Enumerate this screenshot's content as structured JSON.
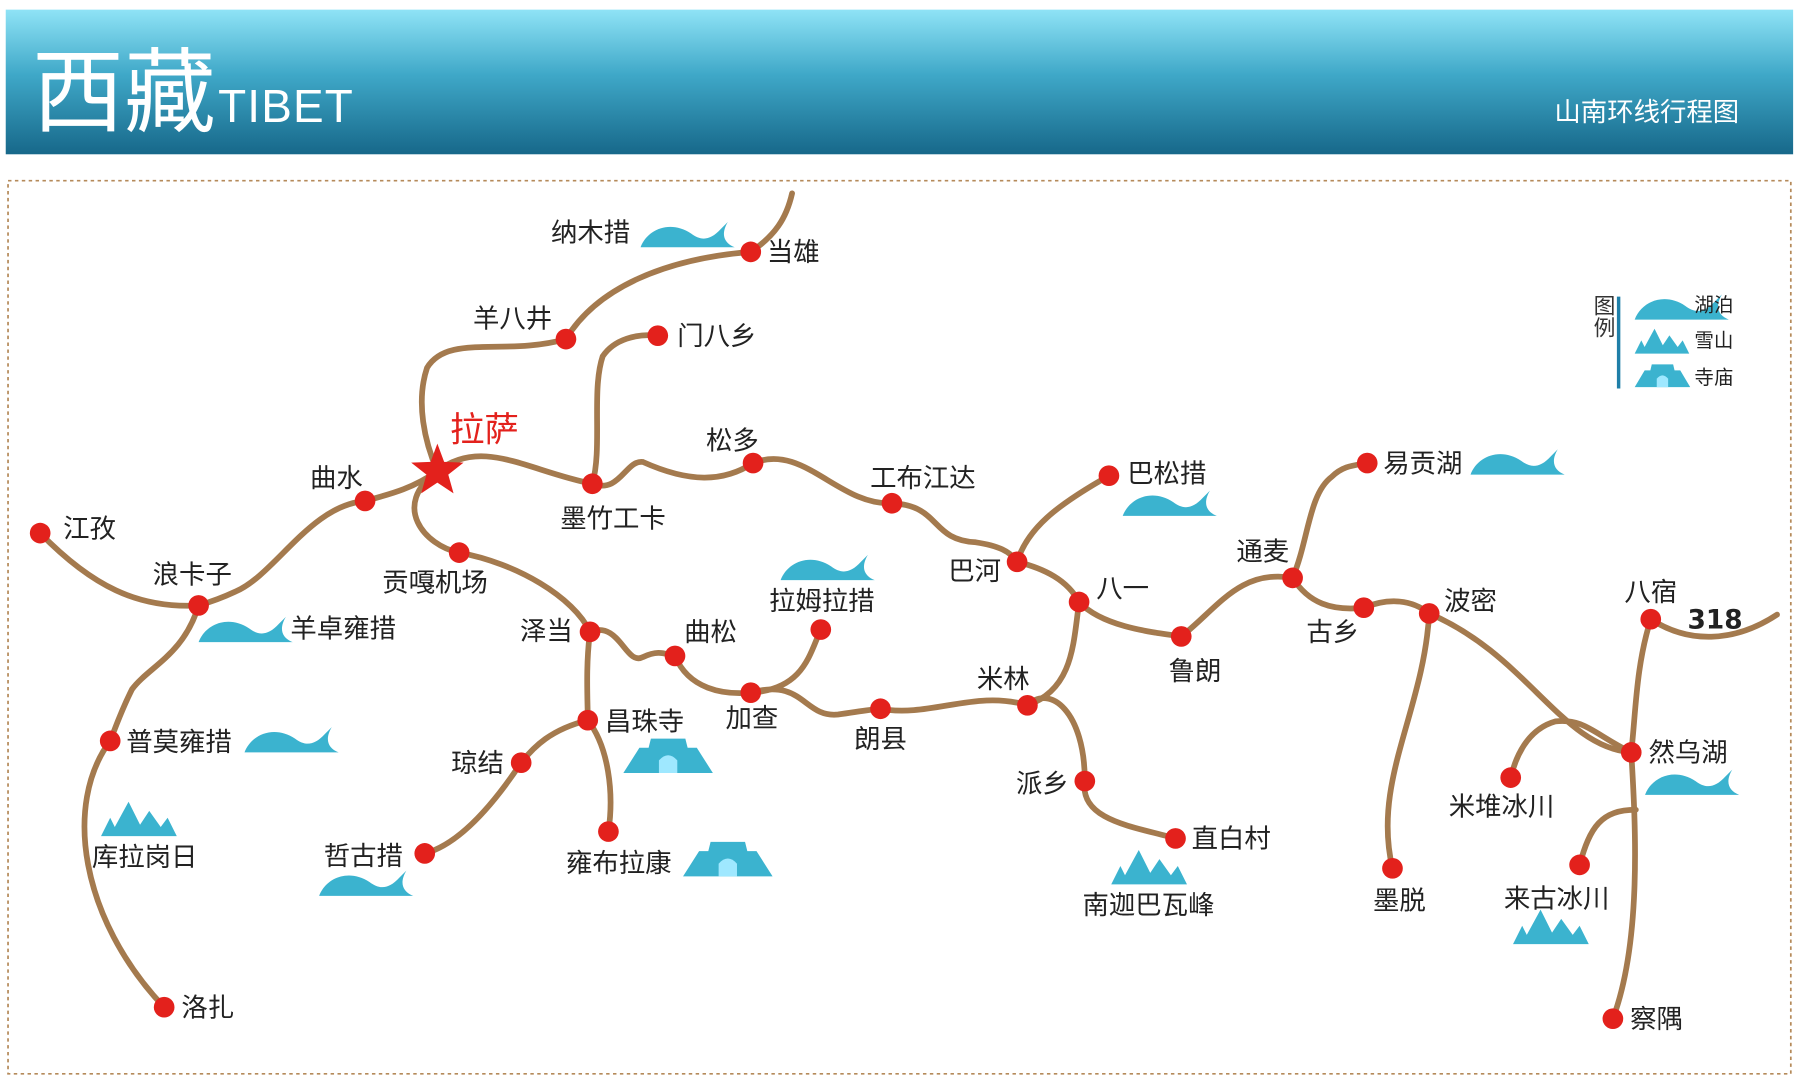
{
  "header": {
    "title_cn": "西藏",
    "title_en": "TIBET",
    "subtitle": "山南环线行程图"
  },
  "colors": {
    "route": "#a47a4e",
    "node": "#e3211c",
    "icon": "#3bb3cf",
    "header_top": "#8fe3f6",
    "header_bottom": "#17688a"
  },
  "legend": {
    "title": "图例",
    "items": [
      {
        "label": "湖泊",
        "icon": "lake-icon"
      },
      {
        "label": "雪山",
        "icon": "snow-mountain-icon"
      },
      {
        "label": "寺庙",
        "icon": "temple-icon"
      }
    ]
  },
  "road_label": "318",
  "places": [
    {
      "name": "当雄"
    },
    {
      "name": "纳木措"
    },
    {
      "name": "羊八井"
    },
    {
      "name": "门八乡"
    },
    {
      "name": "拉萨"
    },
    {
      "name": "曲水"
    },
    {
      "name": "江孜"
    },
    {
      "name": "浪卡子"
    },
    {
      "name": "羊卓雍措"
    },
    {
      "name": "普莫雍措"
    },
    {
      "name": "库拉岗日"
    },
    {
      "name": "洛扎"
    },
    {
      "name": "贡嘎机场"
    },
    {
      "name": "墨竹工卡"
    },
    {
      "name": "松多"
    },
    {
      "name": "工布江达"
    },
    {
      "name": "巴松措"
    },
    {
      "name": "巴河"
    },
    {
      "name": "八一"
    },
    {
      "name": "鲁朗"
    },
    {
      "name": "通麦"
    },
    {
      "name": "易贡湖"
    },
    {
      "name": "古乡"
    },
    {
      "name": "波密"
    },
    {
      "name": "八宿"
    },
    {
      "name": "然乌湖"
    },
    {
      "name": "米堆冰川"
    },
    {
      "name": "来古冰川"
    },
    {
      "name": "墨脱"
    },
    {
      "name": "察隅"
    },
    {
      "name": "泽当"
    },
    {
      "name": "曲松"
    },
    {
      "name": "拉姆拉措"
    },
    {
      "name": "加查"
    },
    {
      "name": "朗县"
    },
    {
      "name": "米林"
    },
    {
      "name": "派乡"
    },
    {
      "name": "直白村"
    },
    {
      "name": "南迦巴瓦峰"
    },
    {
      "name": "昌珠寺"
    },
    {
      "name": "琼结"
    },
    {
      "name": "哲古措"
    },
    {
      "name": "雍布拉康"
    }
  ]
}
